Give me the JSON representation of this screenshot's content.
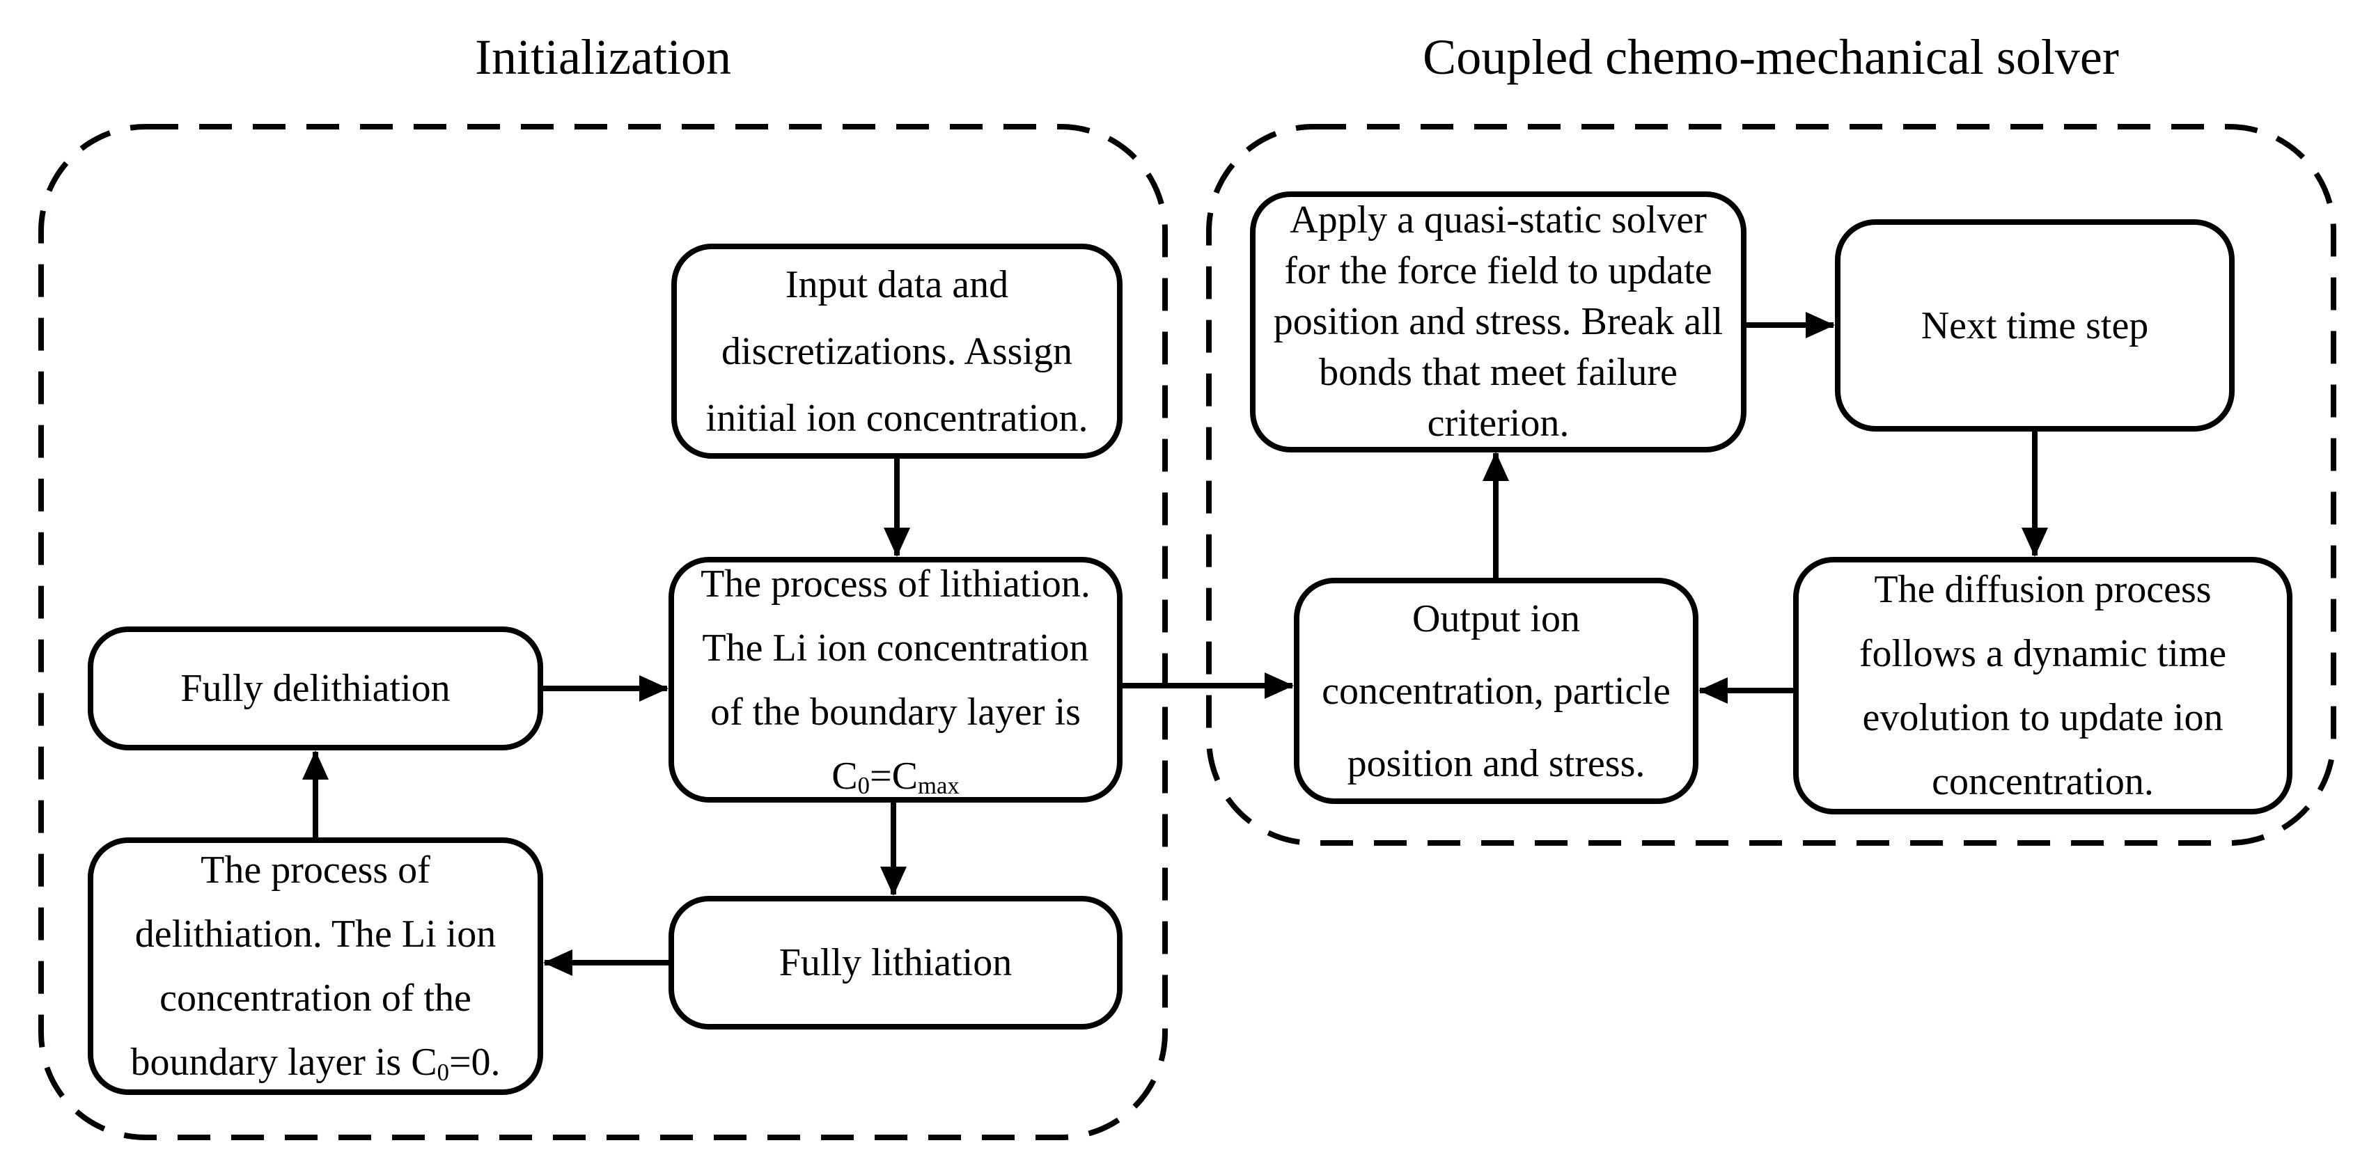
{
  "titles": {
    "left": "Initialization",
    "right": "Coupled chemo-mechanical solver"
  },
  "boxes": {
    "input": {
      "lines": [
        "Input data and",
        "discretizations. Assign",
        "initial ion concentration."
      ]
    },
    "lithiation": {
      "lines": [
        "The process of lithiation.",
        "The Li ion concentration",
        "of the boundary layer is"
      ],
      "formula": {
        "base1": "C",
        "sub1": "0",
        "base2": "=C",
        "sub2": "max"
      }
    },
    "fully_delithiation": {
      "label": "Fully delithiation"
    },
    "delithiation": {
      "lines": [
        "The process of",
        "delithiation. The Li ion",
        "concentration of the"
      ],
      "formula": {
        "base1": "boundary layer is C",
        "sub1": "0",
        "base2": "=0."
      }
    },
    "fully_lithiation": {
      "label": "Fully lithiation"
    },
    "quasi_static": {
      "lines": [
        "Apply a quasi-static solver",
        "for the force field to update",
        "position and stress. Break all",
        "bonds that meet failure",
        "criterion."
      ]
    },
    "next_time_step": {
      "label": "Next time step"
    },
    "output": {
      "lines": [
        "Output ion",
        "concentration, particle",
        "position and stress."
      ]
    },
    "diffusion": {
      "lines": [
        "The diffusion process",
        "follows a dynamic time",
        "evolution to update ion",
        "concentration."
      ]
    }
  },
  "colors": {
    "ink": "#000000",
    "background": "#ffffff"
  }
}
